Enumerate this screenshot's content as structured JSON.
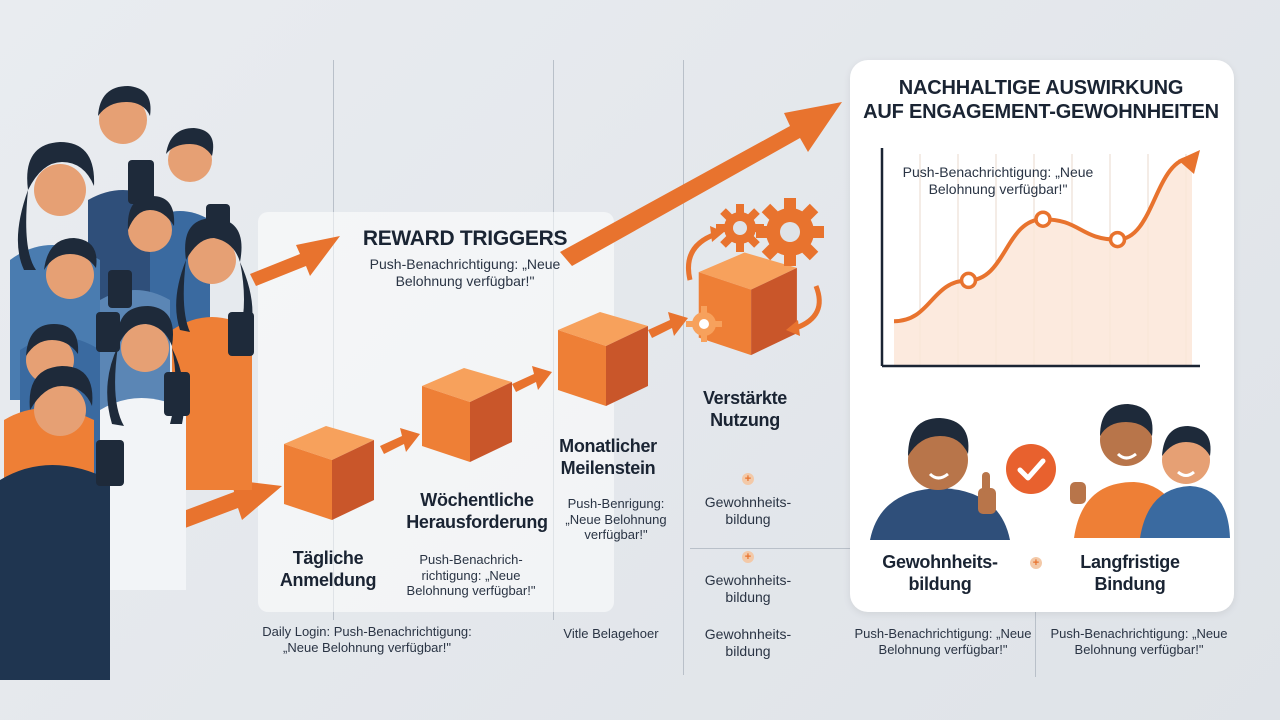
{
  "reward_triggers": {
    "title": "REWARD TRIGGERS",
    "subtitle": "Push-Benachrichtigung: „Neue Belohnung verfügbar!\""
  },
  "impact": {
    "title_line1": "NACHHALTIGE AUSWIRKUNG",
    "title_line2": "AUF ENGAGEMENT-GEWOHNHEITEN",
    "chart_note": "Push-Benachrichtigung: „Neue Belohnung verfügbar!\""
  },
  "steps": [
    {
      "label": "Tägliche Anmeldung"
    },
    {
      "label": "Wöchentliche Herausforderung",
      "note": "Push-Benachrich-richtigung: „Neue Belohnung verfügbar!\""
    },
    {
      "label": "Monatlicher Meilenstein",
      "note": "Push-Benrigung: „Neue Belohnung verfügbar!\""
    },
    {
      "label": "Verstärkte Nutzung"
    }
  ],
  "middle_column": {
    "item1": "Gewohnheits-bildung",
    "item2": "Gewohnheits-bildung"
  },
  "outcomes": {
    "left": "Gewohnheits-bildung",
    "right": "Langfristige Bindung"
  },
  "bottom_row": {
    "col1": "Daily Login: Push-Benachrichtigung: „Neue Belohnung verfügbar!\"",
    "col2": "Vitle Belagehoer",
    "col3": "Gewohnheits-bildung",
    "col4": "Push-Benachrichtigung: „Neue Belohnung verfügbar!\"",
    "col5": "Push-Benachrichtigung: „Neue Belohnung verfügbar!\""
  },
  "chart_data": {
    "type": "area",
    "x": [
      1,
      2,
      3,
      4,
      5
    ],
    "y": [
      1,
      2,
      3.5,
      3,
      5
    ],
    "marked_points": [
      2,
      3,
      4
    ],
    "xlabel": "",
    "ylabel": "",
    "grid": true
  },
  "colors": {
    "accent": "#e8732e",
    "cube_top": "#f7a15c",
    "cube_front": "#ee7f36",
    "cube_side": "#c9562a",
    "navy": "#2a3d5c",
    "check": "#e8612e"
  }
}
